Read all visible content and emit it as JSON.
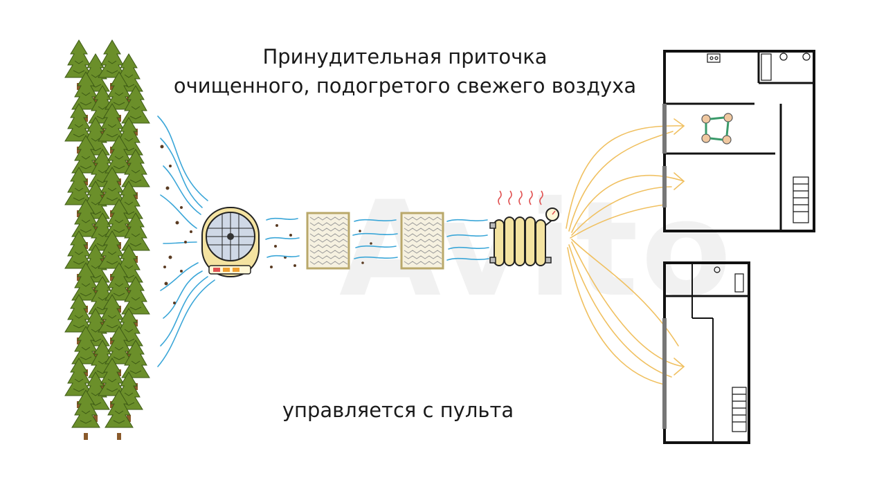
{
  "title": {
    "line1": "Принудительная приточка",
    "line2": "очищенного, подогретого свежего воздуха"
  },
  "caption": "управляется с пульта",
  "watermark": "Avito",
  "colors": {
    "tree": "#6b8f2a",
    "tree_dark": "#3d5a15",
    "trunk": "#8a5a2b",
    "air_flow": "#3aa6d8",
    "warm_flow": "#f0c060",
    "dust": "#5a3b22",
    "fan_body": "#f4e3a1",
    "walls": "#111111"
  },
  "components": [
    "forest-icon",
    "fan-icon",
    "filter-icon",
    "filter-icon",
    "radiator-icon",
    "floor-plan-1",
    "floor-plan-2"
  ]
}
